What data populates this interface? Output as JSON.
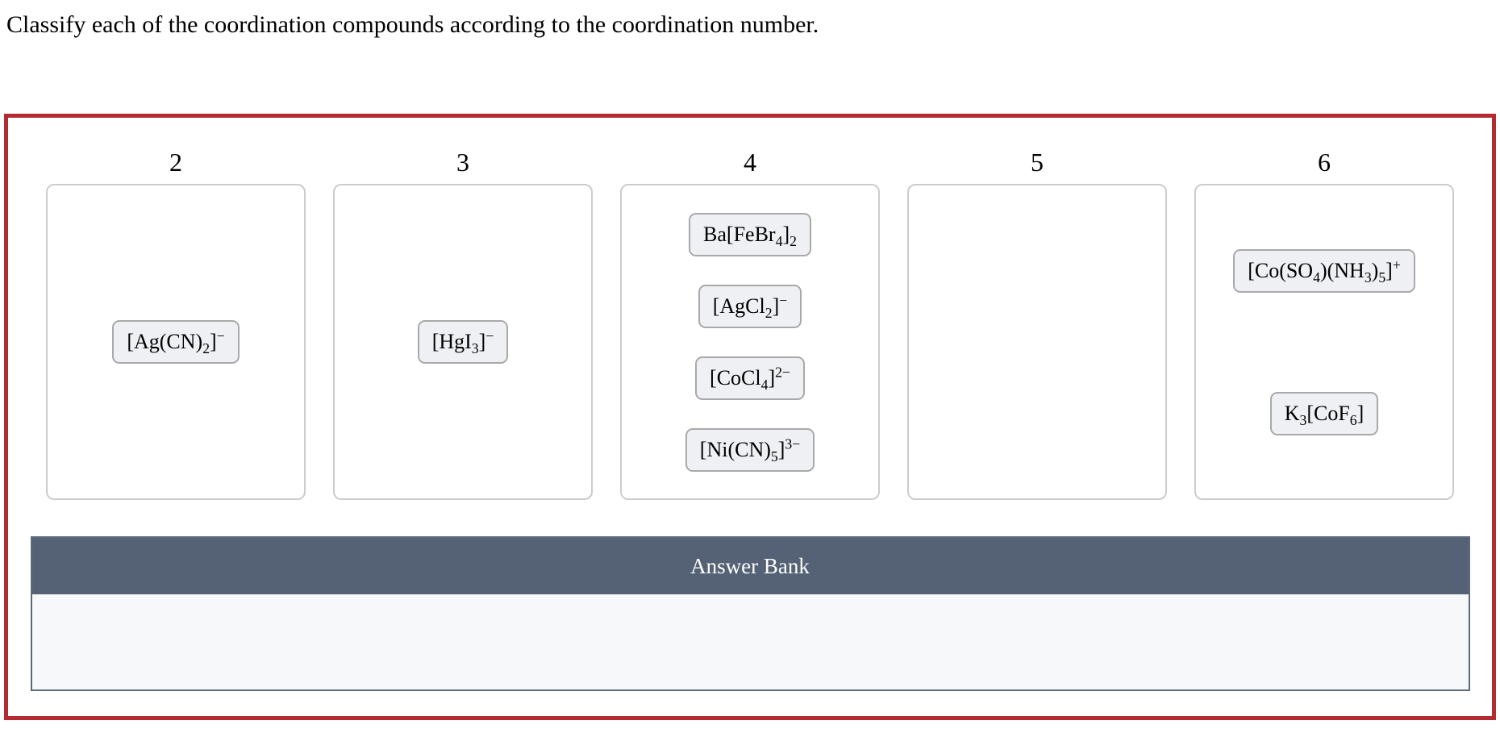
{
  "page": {
    "title": "Classify each of the coordination compounds according to the coordination number."
  },
  "colors": {
    "frame_red": "#b32b30",
    "bank_header_bg": "#556276",
    "bank_border": "#5c6b7c",
    "bank_body_bg": "#f7f8f9",
    "chip_bg": "#eef0f3",
    "chip_border": "#a9a9a9",
    "dropzone_border": "#cccccc"
  },
  "columns": [
    {
      "label": "2",
      "items": [
        {
          "text": "[Ag(CN)₂]⁻",
          "html": "[Ag(CN)<sub>2</sub>]<sup>−</sup>"
        }
      ]
    },
    {
      "label": "3",
      "items": [
        {
          "text": "[HgI₃]⁻",
          "html": "[HgI<sub>3</sub>]<sup>−</sup>"
        }
      ]
    },
    {
      "label": "4",
      "items": [
        {
          "text": "Ba[FeBr₄]₂",
          "html": "Ba[FeBr<sub>4</sub>]<sub>2</sub>"
        },
        {
          "text": "[AgCl₂]⁻",
          "html": "[AgCl<sub>2</sub>]<sup>−</sup>"
        },
        {
          "text": "[CoCl₄]²⁻",
          "html": "[CoCl<sub>4</sub>]<sup>2−</sup>"
        },
        {
          "text": "[Ni(CN)₅]³⁻",
          "html": "[Ni(CN)<sub>5</sub>]<sup>3−</sup>"
        }
      ]
    },
    {
      "label": "5",
      "items": []
    },
    {
      "label": "6",
      "items": [
        {
          "text": "[Co(SO₄)(NH₃)₅]⁺",
          "html": "[Co(SO<sub>4</sub>)(NH<sub>3</sub>)<sub>5</sub>]<sup>+</sup>"
        },
        {
          "text": "K₃[CoF₆]",
          "html": "K<sub>3</sub>[CoF<sub>6</sub>]"
        }
      ]
    }
  ],
  "answer_bank": {
    "label": "Answer Bank",
    "items": []
  }
}
